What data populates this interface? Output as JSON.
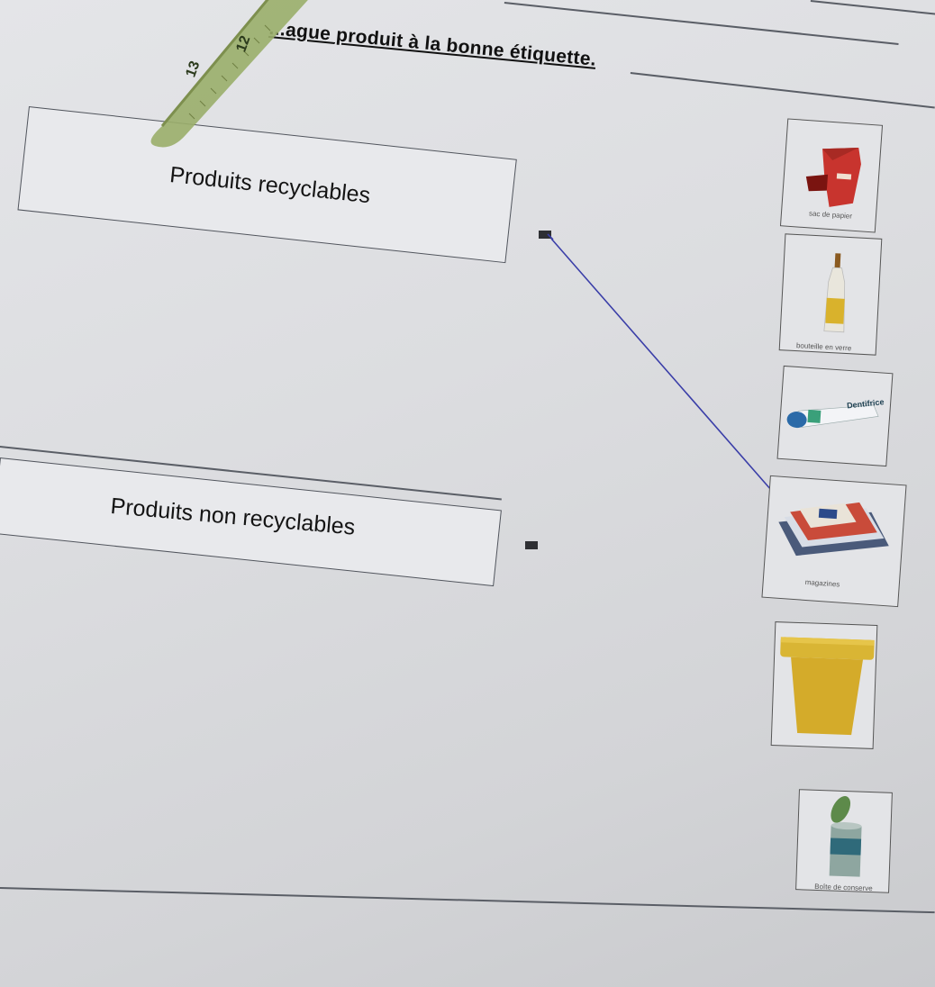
{
  "instruction": {
    "text": "...ague produit à la bonne étiquette."
  },
  "ruler": {
    "marks": [
      "12",
      "13"
    ]
  },
  "labels": [
    {
      "id": "recyclables",
      "text": "Produits recyclables"
    },
    {
      "id": "non_recyclables",
      "text": "Produits non recyclables"
    }
  ],
  "products": [
    {
      "id": "sac",
      "caption": "sac de papier"
    },
    {
      "id": "bouteille",
      "caption": "bouteille en verre"
    },
    {
      "id": "dentifrice",
      "caption": "",
      "brand_text": "Dentifrice"
    },
    {
      "id": "magazines",
      "caption": "magazines"
    },
    {
      "id": "pot",
      "caption": ""
    },
    {
      "id": "boite",
      "caption": "Boîte de conserve"
    }
  ],
  "connections": [
    {
      "from": "recyclables",
      "to": "magazines"
    }
  ],
  "colors": {
    "connection_line": "#3a3ea8",
    "ruler": "#9aae6a",
    "pot": "#d9b534"
  }
}
